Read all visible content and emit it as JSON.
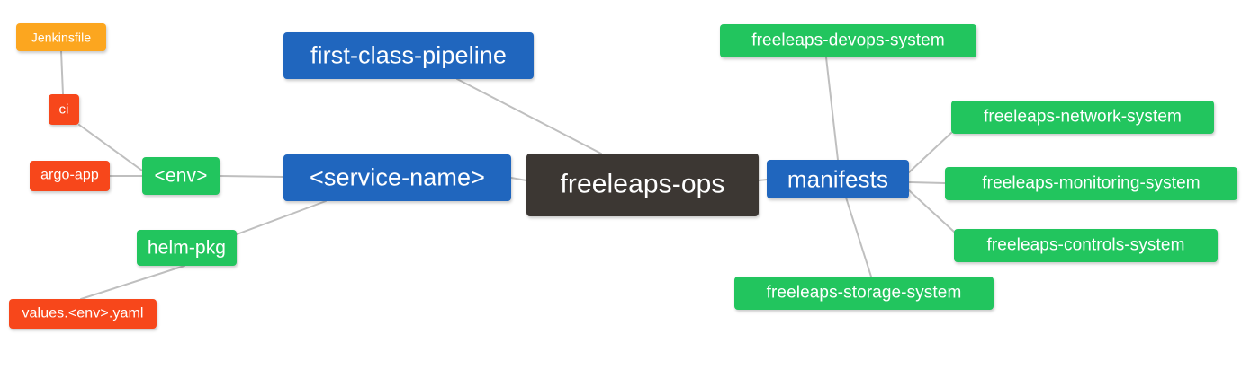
{
  "diagram": {
    "title": "freeleaps-ops",
    "type": "mindmap",
    "background_color": "#ffffff",
    "edge_color": "#bfbfbf",
    "palette": {
      "root": "#3c3733",
      "blue": "#2066be",
      "green": "#22c55e",
      "red": "#f7471b",
      "orange": "#fca61f"
    },
    "nodes": [
      {
        "id": "jenkinsfile",
        "label": "Jenkinsfile",
        "color": "orange"
      },
      {
        "id": "ci",
        "label": "ci",
        "color": "red"
      },
      {
        "id": "argo-app",
        "label": "argo-app",
        "color": "red"
      },
      {
        "id": "env",
        "label": "<env>",
        "color": "green"
      },
      {
        "id": "helm-pkg",
        "label": "helm-pkg",
        "color": "green"
      },
      {
        "id": "values-env-yaml",
        "label": "values.<env>.yaml",
        "color": "red"
      },
      {
        "id": "first-class-pipeline",
        "label": "first-class-pipeline",
        "color": "blue"
      },
      {
        "id": "service-name",
        "label": "<service-name>",
        "color": "blue"
      },
      {
        "id": "freeleaps-ops",
        "label": "freeleaps-ops",
        "color": "root"
      },
      {
        "id": "manifests",
        "label": "manifests",
        "color": "blue"
      },
      {
        "id": "freeleaps-devops-system",
        "label": "freeleaps-devops-system",
        "color": "green"
      },
      {
        "id": "freeleaps-network-system",
        "label": "freeleaps-network-system",
        "color": "green"
      },
      {
        "id": "freeleaps-monitoring-system",
        "label": "freeleaps-monitoring-system",
        "color": "green"
      },
      {
        "id": "freeleaps-controls-system",
        "label": "freeleaps-controls-system",
        "color": "green"
      },
      {
        "id": "freeleaps-storage-system",
        "label": "freeleaps-storage-system",
        "color": "green"
      }
    ],
    "edges": [
      {
        "from": "jenkinsfile",
        "to": "ci"
      },
      {
        "from": "ci",
        "to": "env"
      },
      {
        "from": "argo-app",
        "to": "env"
      },
      {
        "from": "env",
        "to": "service-name"
      },
      {
        "from": "helm-pkg",
        "to": "service-name"
      },
      {
        "from": "values-env-yaml",
        "to": "helm-pkg"
      },
      {
        "from": "service-name",
        "to": "freeleaps-ops"
      },
      {
        "from": "first-class-pipeline",
        "to": "freeleaps-ops"
      },
      {
        "from": "freeleaps-ops",
        "to": "manifests"
      },
      {
        "from": "manifests",
        "to": "freeleaps-devops-system"
      },
      {
        "from": "manifests",
        "to": "freeleaps-network-system"
      },
      {
        "from": "manifests",
        "to": "freeleaps-monitoring-system"
      },
      {
        "from": "manifests",
        "to": "freeleaps-controls-system"
      },
      {
        "from": "manifests",
        "to": "freeleaps-storage-system"
      }
    ]
  }
}
